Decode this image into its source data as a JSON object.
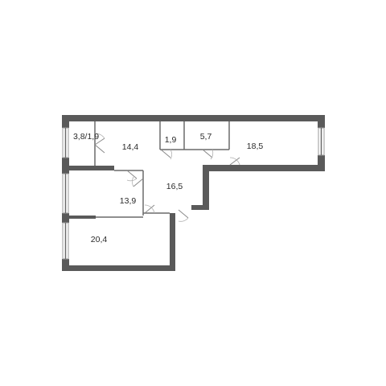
{
  "rooms": [
    {
      "id": "balcony",
      "area": "3,8/1,9"
    },
    {
      "id": "kitchen",
      "area": "14,4"
    },
    {
      "id": "wc",
      "area": "1,9"
    },
    {
      "id": "bath",
      "area": "5,7"
    },
    {
      "id": "bedroom-right",
      "area": "18,5"
    },
    {
      "id": "hall",
      "area": "16,5"
    },
    {
      "id": "bedroom-mid",
      "area": "13,9"
    },
    {
      "id": "living",
      "area": "20,4"
    }
  ],
  "colors": {
    "wall": "#5a5a5a",
    "background": "#ffffff",
    "text": "#2a2a2a"
  }
}
